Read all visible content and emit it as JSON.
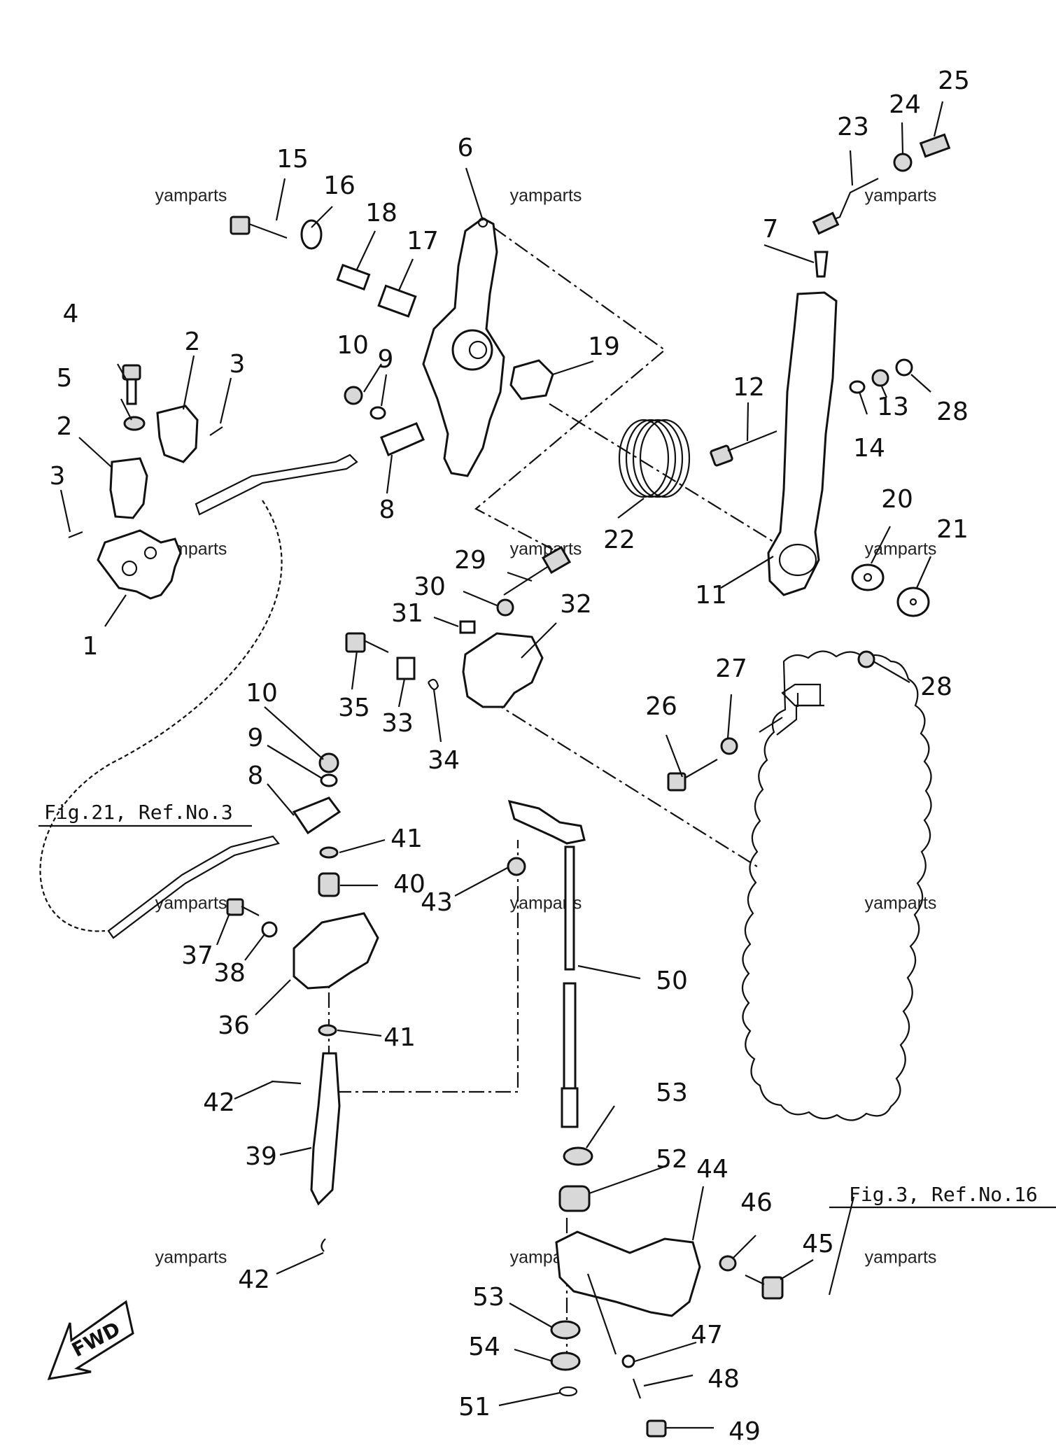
{
  "watermark": "yamparts",
  "references": {
    "fig21": "Fig.21, Ref.No.3",
    "fig3": "Fig.3, Ref.No.16"
  },
  "direction_label": "FWD",
  "part_numbers": {
    "p1": "1",
    "p2a": "2",
    "p2b": "2",
    "p3a": "3",
    "p3b": "3",
    "p4": "4",
    "p5": "5",
    "p6": "6",
    "p7": "7",
    "p8a": "8",
    "p8b": "8",
    "p9a": "9",
    "p9b": "9",
    "p10a": "10",
    "p10b": "10",
    "p11": "11",
    "p12": "12",
    "p13": "13",
    "p14": "14",
    "p15": "15",
    "p16": "16",
    "p17": "17",
    "p18": "18",
    "p19": "19",
    "p20": "20",
    "p21": "21",
    "p22": "22",
    "p23": "23",
    "p24": "24",
    "p25": "25",
    "p26": "26",
    "p27": "27",
    "p28a": "28",
    "p28b": "28",
    "p29": "29",
    "p30": "30",
    "p31": "31",
    "p32": "32",
    "p33": "33",
    "p34": "34",
    "p35": "35",
    "p36": "36",
    "p37": "37",
    "p38": "38",
    "p39": "39",
    "p40": "40",
    "p41a": "41",
    "p41b": "41",
    "p42a": "42",
    "p42b": "42",
    "p43": "43",
    "p44": "44",
    "p45": "45",
    "p46": "46",
    "p47": "47",
    "p48": "48",
    "p49": "49",
    "p50": "50",
    "p51": "51",
    "p52": "52",
    "p53a": "53",
    "p53b": "53",
    "p54": "54"
  }
}
